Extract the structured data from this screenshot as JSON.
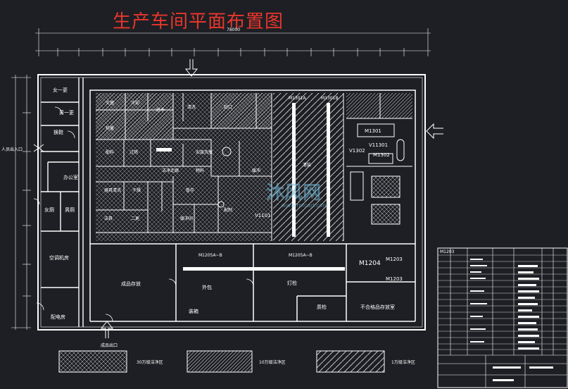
{
  "title": "生产车间平面布置图",
  "dimension_top": "78000",
  "rooms": {
    "female_changing": "女一更",
    "male_changing": "男一更",
    "shoe_change": "换鞋",
    "personnel_entrance": "人员出入口",
    "office": "办公室",
    "womens_toilet": "女厕",
    "mens_toilet": "男厕",
    "hvac_room": "空调机房",
    "power_room": "配电房",
    "product_storage": "成品存放",
    "outer_pack": "外包",
    "packing": "装箱",
    "light_inspection": "灯检",
    "qc": "质检",
    "nonconforming_storage": "不合格品存放室",
    "finished_exit": "成品出口",
    "sterilize": "灭菌",
    "cooling": "冷却",
    "dry": "烘干",
    "wash": "清洗",
    "filling": "灌装",
    "weighing": "称量",
    "batching": "配料",
    "sieving": "过筛",
    "ampoule_wash": "安瓿洗瓶",
    "sterile_pass": "缓冲",
    "corridor": "洁净走廊",
    "material": "物料",
    "tool_wash": "器具清洗",
    "drying_room": "干燥",
    "sterile_storage": "暂存",
    "clean_clothes": "洁具",
    "two_change": "二更",
    "buffer_a": "缓冲间",
    "prep": "配制",
    "sealing": "封口"
  },
  "equipment": {
    "m1301a": "M1301A",
    "m1301b": "M1301B",
    "m1301": "M1301",
    "v11301": "V11301",
    "v1302": "V1302",
    "m1302": "M1302",
    "v1101": "V1101",
    "m1205ab_1": "M1205A~B",
    "m1205ab_2": "M1205A~B",
    "m1204": "M1204",
    "m1203_1": "M1203",
    "m1203_2": "M1203"
  },
  "legend": [
    {
      "label": "30万级洁净区"
    },
    {
      "label": "10万级洁净区"
    },
    {
      "label": "1万级洁净区"
    }
  ],
  "title_block": {
    "drawing_no": "M1203"
  },
  "watermark": {
    "main": "沐风网",
    "sub": "www.mfcad.com"
  },
  "colors": {
    "background": "#1d1f24",
    "line": "#ffffff",
    "title": "#e8362c"
  }
}
